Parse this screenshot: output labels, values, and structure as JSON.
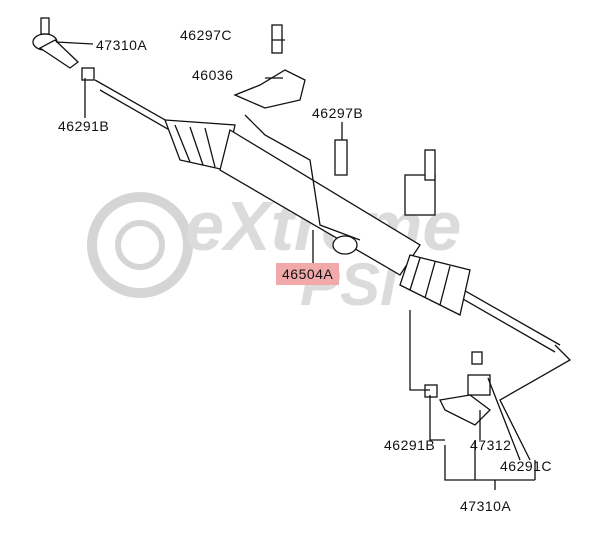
{
  "watermark": {
    "brand_main": "eXtreme",
    "brand_sub": "PSI",
    "accent": "#e03030"
  },
  "highlight_color": "#f2a9a9",
  "labels": {
    "tie_rod_end_left": "47310A",
    "bolt_top": "46297C",
    "bracket": "46036",
    "nut_left": "46291B",
    "bolt_mid": "46297B",
    "rack_assembly": "46504A",
    "nut_right": "46291B",
    "boot_kit": "47312",
    "nut_castle": "46291C",
    "tie_rod_end_right": "47310A"
  }
}
